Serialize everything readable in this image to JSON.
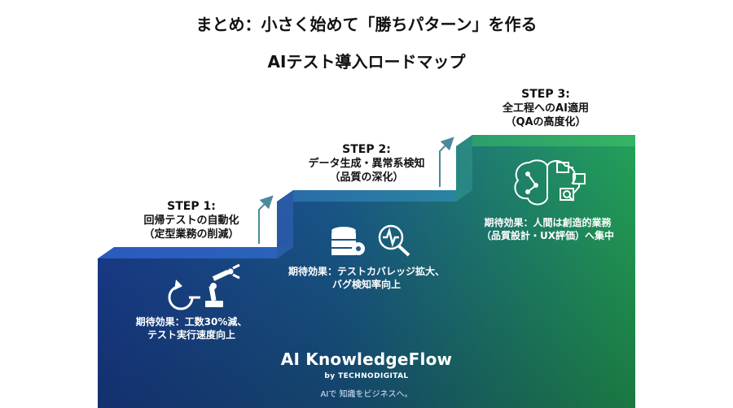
{
  "header": {
    "title": "まとめ：小さく始めて「勝ちパターン」を作る",
    "subtitle": "AIテスト導入ロードマップ"
  },
  "steps": [
    {
      "label": "STEP 1:",
      "line1": "回帰テストの自動化",
      "line2": "（定型業務の削減）",
      "effect_line1": "期待効果：工数30%減、",
      "effect_line2": "テスト実行速度向上",
      "icons": [
        "refresh-arrow-icon",
        "robot-arm-icon"
      ]
    },
    {
      "label": "STEP 2:",
      "line1": "データ生成・異常系検知",
      "line2": "（品質の深化）",
      "effect_line1": "期待効果：テストカバレッジ拡大、",
      "effect_line2": "バグ検知率向上",
      "icons": [
        "database-gear-icon",
        "pulse-magnifier-icon"
      ]
    },
    {
      "label": "STEP 3:",
      "line1": "全工程へのAI適用",
      "line2": "（QAの高度化）",
      "effect_line1": "期待効果：人間は創造的業務",
      "effect_line2": "（品質設計・UX評価）へ集中",
      "icons": [
        "ai-brain-icon",
        "checklist-icon"
      ]
    }
  ],
  "brand": {
    "name": "AI KnowledgeFlow",
    "by": "by TECHNODIGITAL",
    "tagline": "AIで 知識をビジネスへ。"
  },
  "colors": {
    "step1": "#1f4aa0",
    "step2": "#1b6d86",
    "step3": "#1f9c5a",
    "arrow": "#4a8a9a"
  }
}
